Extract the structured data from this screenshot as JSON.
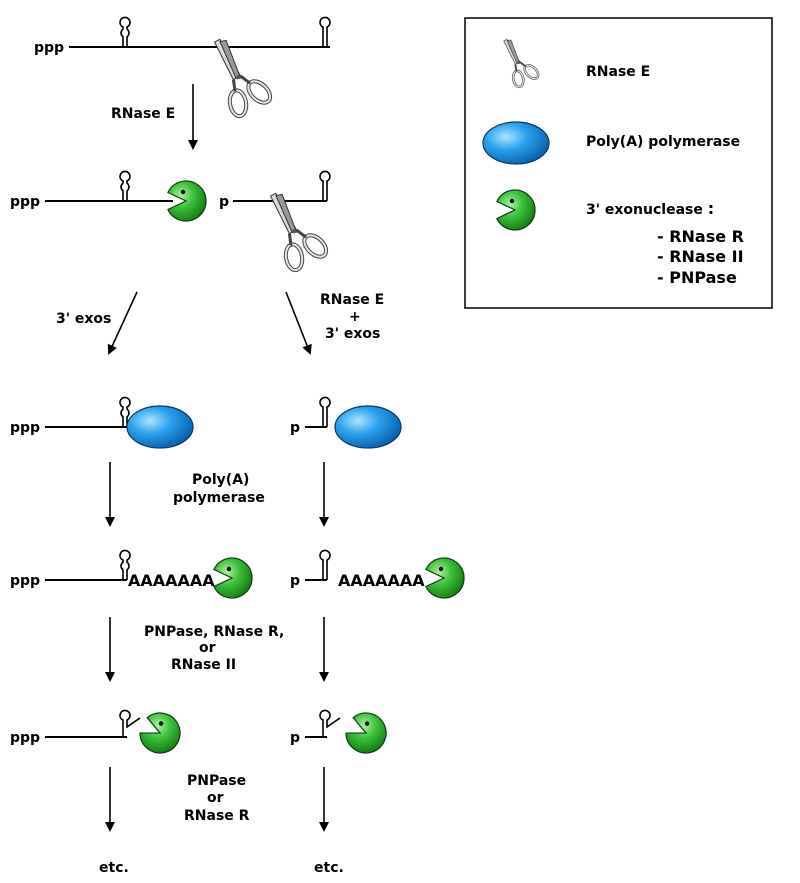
{
  "legend": {
    "rnase_e": "RNase E",
    "polya": "Poly(A) polymerase",
    "exo_title": "3' exonuclease",
    "exo_colon": ":",
    "exo_items": [
      "- RNase R",
      "- RNase II",
      "- PNPase"
    ]
  },
  "ends": {
    "triphosphate": "ppp",
    "monophosphate": "p"
  },
  "steps": {
    "rnase_e": "RNase E",
    "exos_left": "3' exos",
    "exos_right_1": "RNase E",
    "exos_right_2": "+",
    "exos_right_3": "3' exos",
    "polya_1": "Poly(A)",
    "polya_2": "polymerase",
    "deg_1": "PNPase, RNase R,",
    "deg_2": "or",
    "deg_3": "RNase II",
    "final_1": "PNPase",
    "final_2": "or",
    "final_3": "RNase R",
    "etc_left": "etc.",
    "etc_right": "etc."
  },
  "tails": {
    "left": "AAAAAAA",
    "right": "AAAAAAA"
  },
  "colors": {
    "pacman": "#2bb52b",
    "ellipse": "#1e90ff",
    "scissors": "#bfbfbf"
  }
}
